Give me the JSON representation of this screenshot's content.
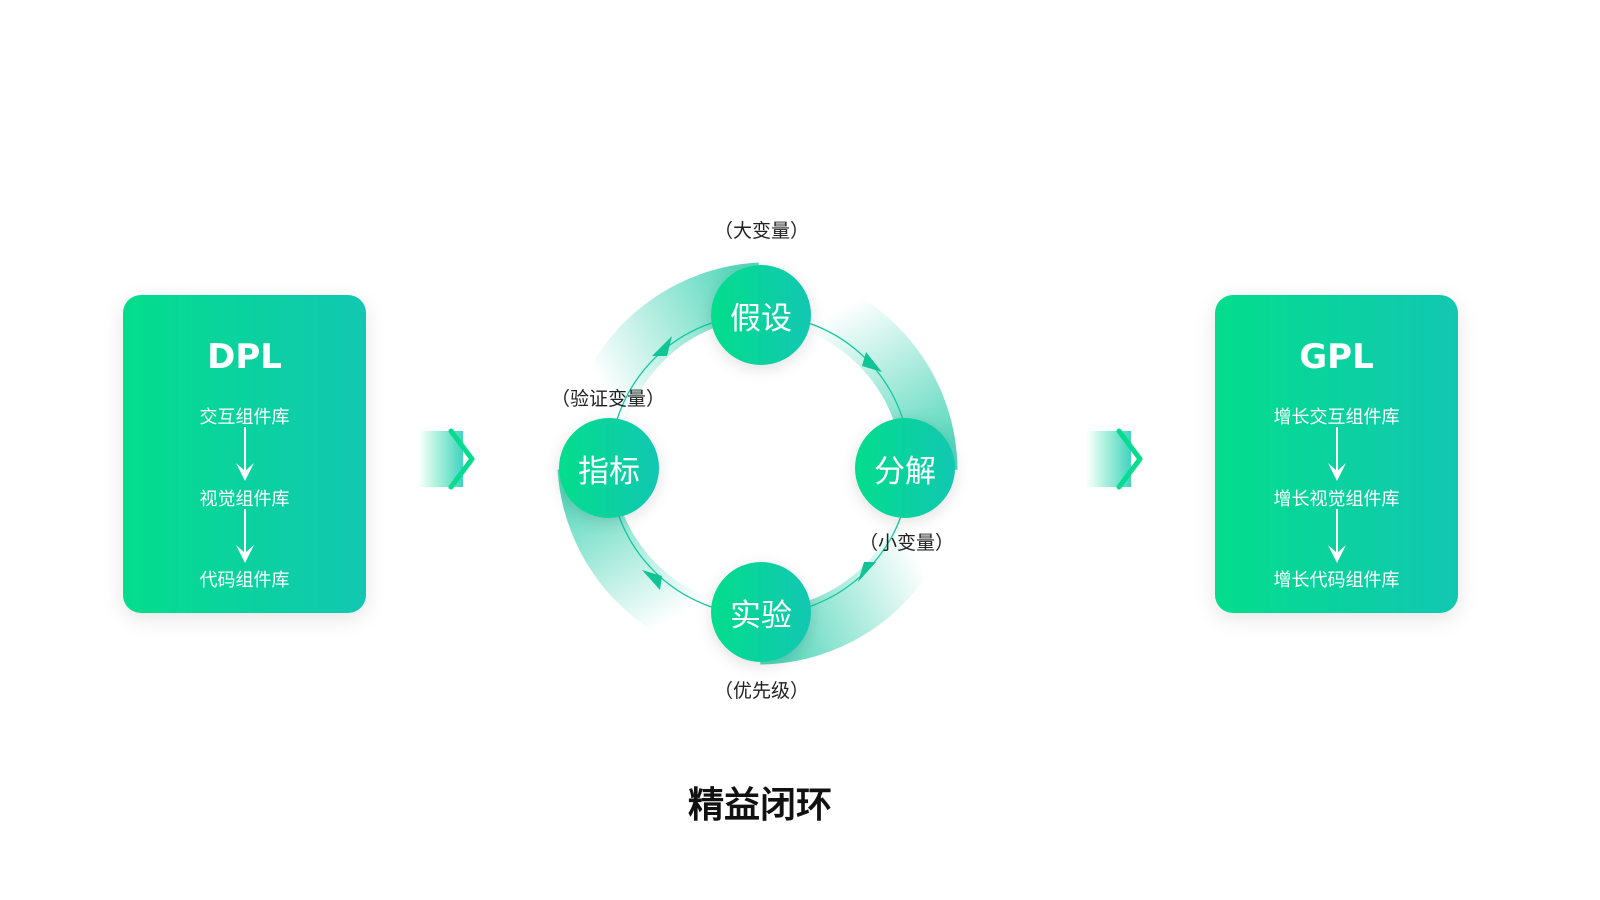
{
  "left_card": {
    "title": "DPL",
    "items": [
      "交互组件库",
      "视觉组件库",
      "代码组件库"
    ]
  },
  "right_card": {
    "title": "GPL",
    "items": [
      "增长交互组件库",
      "增长视觉组件库",
      "增长代码组件库"
    ]
  },
  "cycle": {
    "nodes": {
      "top": "假设",
      "right": "分解",
      "bottom": "实验",
      "left": "指标"
    },
    "labels": {
      "top": "（大变量）",
      "right": "（小变量）",
      "bottom": "（优先级）",
      "left": "（验证变量）"
    }
  },
  "title": "精益闭环",
  "colors": {
    "accent_start": "#03dd8c",
    "accent_end": "#12c7b2"
  }
}
